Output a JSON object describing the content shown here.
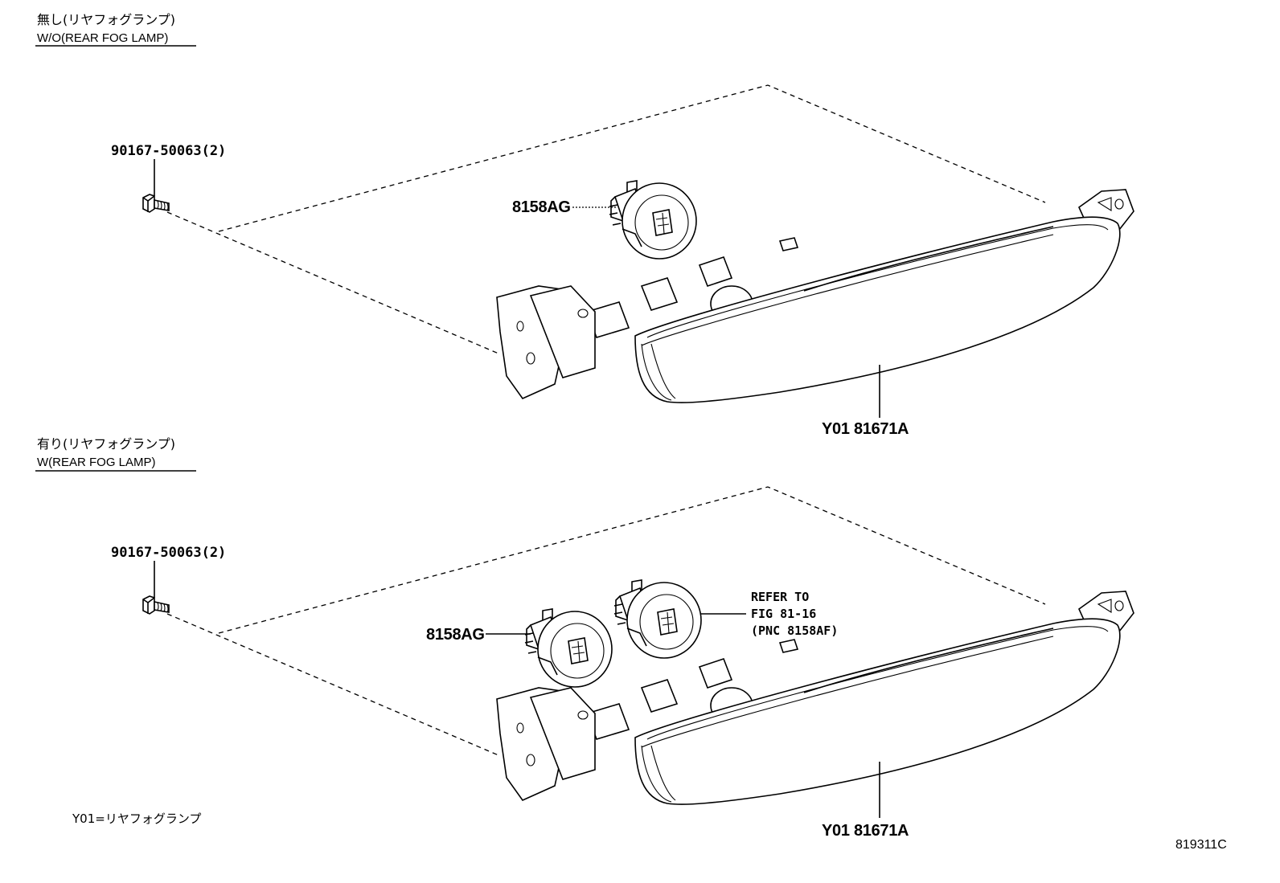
{
  "sections": [
    {
      "header_jp": "無し(リヤフォグランプ)",
      "header_en": "W/O(REAR FOG LAMP)",
      "screw_part": "90167-50063(2)",
      "socket_part": "8158AG",
      "lamp_part": "Y01 81671A"
    },
    {
      "header_jp": "有り(リヤフォグランプ)",
      "header_en": "W(REAR FOG LAMP)",
      "screw_part": "90167-50063(2)",
      "socket_part": "8158AG",
      "lamp_part": "Y01 81671A",
      "refer_lines": [
        "REFER TO",
        "FIG 81-16",
        "(PNC 8158AF)"
      ]
    }
  ],
  "legend_note": "Y01=リヤフォグランプ",
  "figure_id": "819311C"
}
